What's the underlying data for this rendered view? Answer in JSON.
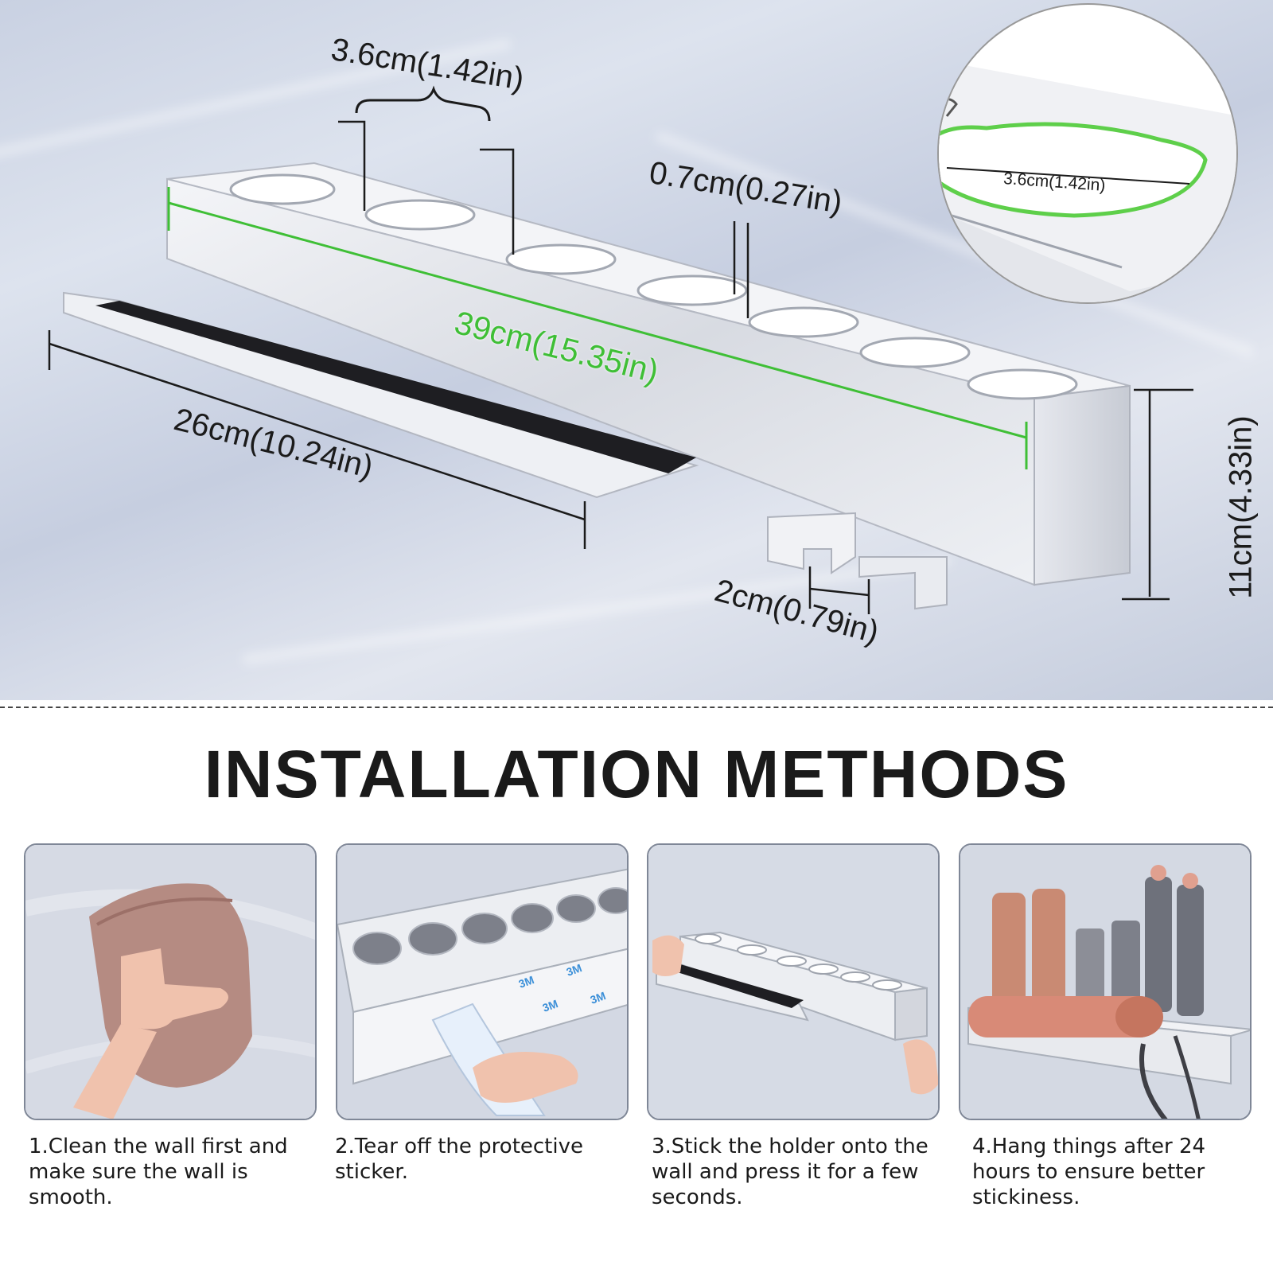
{
  "dimensions": {
    "hole_width": "3.6cm(1.42in)",
    "hole_gap": "0.7cm(0.27in)",
    "total_length": "39cm(15.35in)",
    "shelf_length": "26cm(10.24in)",
    "hook_gap": "2cm(0.79in)",
    "height": "11cm(4.33in)",
    "zoom_hole_width": "3.6cm(1.42in)"
  },
  "accent_color": "#3fbf36",
  "section_title": "INSTALLATION METHODS",
  "steps": [
    {
      "caption": "1.Clean the wall first and make sure the wall is smooth."
    },
    {
      "caption": "2.Tear off the protective sticker."
    },
    {
      "caption": "3.Stick the holder onto the wall and press it for a few seconds."
    },
    {
      "caption": "4.Hang things after 24 hours to ensure better stickiness."
    }
  ],
  "sticker_text": "3M"
}
